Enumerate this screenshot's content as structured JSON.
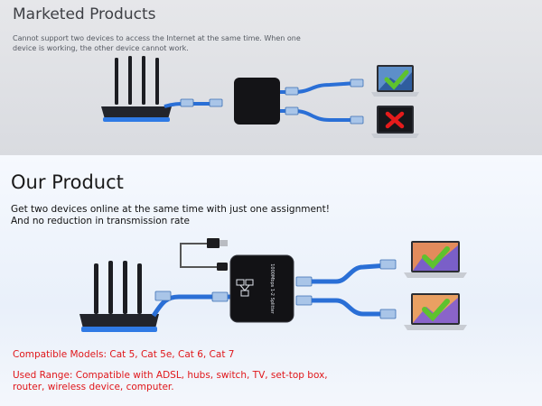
{
  "top": {
    "title": "Marketed Products",
    "description": "Cannot support two devices to access the Internet at the same time. When one device is working, the other device cannot work.",
    "device_1_status": "working",
    "device_2_status": "not working"
  },
  "bottom": {
    "title": "Our Product",
    "description_line1": "Get two devices online at the same time with just one assignment!",
    "description_line2": "And no reduction in transmission rate",
    "device_label": "1000Mbps 1-2 Splitter",
    "compatible": "Compatible Models: Cat 5, Cat 5e, Cat 6, Cat 7",
    "used_range": "Used Range: Compatible with ADSL, hubs, switch, TV, set-top box, router, wireless device, computer.",
    "device_1_status": "working",
    "device_2_status": "working"
  },
  "colors": {
    "cable": "#2a6fd6",
    "check": "#5ec22e",
    "cross": "#e51b1b",
    "red_text": "#e0161a"
  }
}
